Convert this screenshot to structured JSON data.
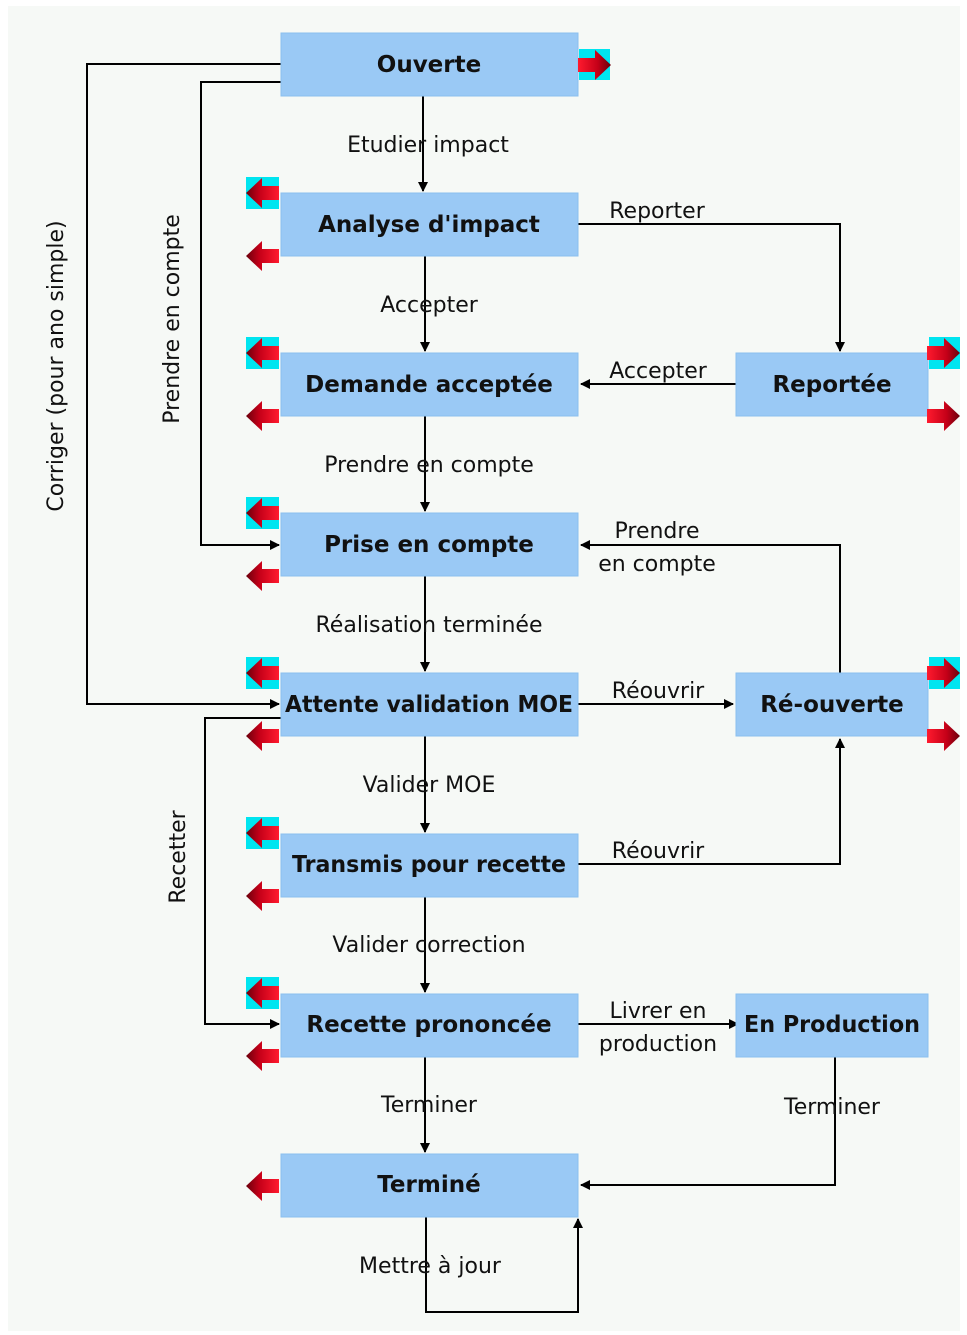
{
  "colors": {
    "box_fill": "#9ac9f5",
    "box_stroke": "#8bbfee",
    "line": "#000000",
    "arrow_icon_red": "#e1001c",
    "arrow_icon_dark": "#7a0010",
    "arrow_icon_highlight": "#00e5f0"
  },
  "states": {
    "ouverte": "Ouverte",
    "analyse": "Analyse d'impact",
    "demande": "Demande acceptée",
    "prise": "Prise en compte",
    "attente": "Attente validation MOE",
    "transmis": "Transmis pour recette",
    "recette": "Recette prononcée",
    "termine": "Terminé",
    "reportee": "Reportée",
    "reouverte": "Ré-ouverte",
    "production": "En Production"
  },
  "transitions": {
    "etudier_impact": "Etudier impact",
    "accepter_1": "Accepter",
    "prendre_en_compte_1": "Prendre en compte",
    "realisation_terminee": "Réalisation terminée",
    "valider_moe": "Valider MOE",
    "valider_correction": "Valider correction",
    "terminer_1": "Terminer",
    "mettre_a_jour": "Mettre à jour",
    "reporter": "Reporter",
    "accepter_2": "Accepter",
    "prendre_line1": "Prendre",
    "prendre_line2": "en compte",
    "reouvrir_1": "Réouvrir",
    "reouvrir_2": "Réouvrir",
    "livrer_line1": "Livrer en",
    "livrer_line2": "production",
    "terminer_2": "Terminer",
    "corriger": "Corriger (pour ano simple)",
    "prendre_en_compte_v": "Prendre en compte",
    "recetter": "Recetter"
  },
  "icons": {
    "exit_arrow": "arrow-right-icon",
    "enter_arrow": "arrow-left-icon"
  }
}
